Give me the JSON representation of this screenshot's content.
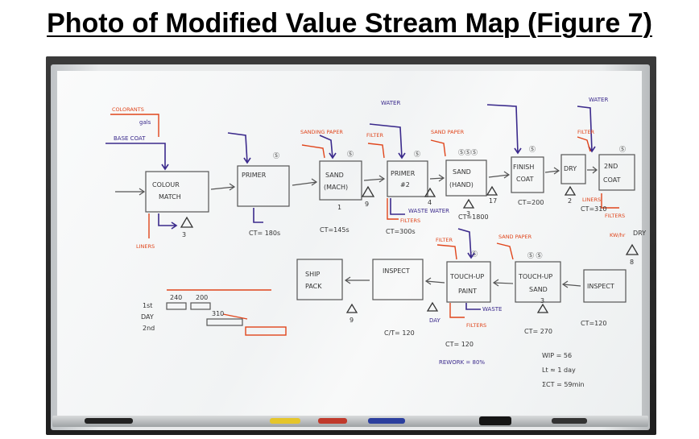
{
  "title": "Photo of Modified Value Stream Map (Figure 7)",
  "processes": [
    {
      "id": "colour-match",
      "line1": "COLOUR",
      "line2": "MATCH",
      "operator": ""
    },
    {
      "id": "primer",
      "line1": "PRIMER",
      "line2": "",
      "operator": "Ⓢ"
    },
    {
      "id": "sand-mach",
      "line1": "SAND",
      "line2": "(MACH)",
      "operator": "Ⓢ"
    },
    {
      "id": "primer-2",
      "line1": "PRIMER",
      "line2": "#2",
      "operator": "Ⓢ"
    },
    {
      "id": "sand-hand",
      "line1": "SAND",
      "line2": "(HAND)",
      "operator": "ⓈⓈⓈ"
    },
    {
      "id": "finish-coat",
      "line1": "FINISH",
      "line2": "COAT",
      "operator": "Ⓢ"
    },
    {
      "id": "dry",
      "line1": "DRY",
      "line2": "",
      "operator": ""
    },
    {
      "id": "2nd-coat",
      "line1": "2ND",
      "line2": "COAT",
      "operator": "Ⓢ"
    },
    {
      "id": "inspect-right",
      "line1": "INSPECT",
      "line2": "",
      "operator": ""
    },
    {
      "id": "touch-up-sand",
      "line1": "TOUCH-UP",
      "line2": "SAND",
      "operator": "Ⓢ Ⓢ"
    },
    {
      "id": "touch-up-paint",
      "line1": "TOUCH-UP",
      "line2": "PAINT",
      "operator": "Ⓢ"
    },
    {
      "id": "inspect-left",
      "line1": "INSPECT",
      "line2": "",
      "operator": ""
    },
    {
      "id": "ship-pack",
      "line1": "SHIP",
      "line2": "PACK",
      "operator": ""
    }
  ],
  "inputs": {
    "colorants": "COLORANTS",
    "gals": "gals",
    "base_coat": "BASE COAT",
    "sanding_paper": "SANDING PAPER",
    "filter": "FILTER",
    "water_1": "WATER",
    "sand_paper": "SAND PAPER",
    "water_2": "WATER",
    "filter_2": "FILTER",
    "filter_3": "FILTER",
    "sand_paper_2": "SAND PAPER"
  },
  "outputs": {
    "liners": "LINERS",
    "waste_water": "WASTE WATER",
    "filters_1": "FILTERS",
    "filters_2": "FILTERS",
    "kw_hr": "KW/hr",
    "liners_2": "LINERS",
    "filters_3": "FILTERS",
    "waste_2": "WASTE"
  },
  "inventory": {
    "inv_9a": "9",
    "inv_4": "4",
    "inv_3": "3",
    "inv_17": "17",
    "inv_2": "2",
    "inv_8": "8",
    "inv_3b": "3",
    "inv_9b": "9",
    "sand_1": "1",
    "sand_3": "3"
  },
  "cycle_times": {
    "primer": "CT= 180s",
    "sand_mach": "CT=145s",
    "primer2": "CT=300s",
    "sand_hand": "CT=1800",
    "finish": "CT=200",
    "second_coat": "CT=310",
    "touch_sand": "CT= 270",
    "inspect_right": "CT=120",
    "touch_paint": "CT= 120",
    "inspect_left": "C/T= 120"
  },
  "notes": {
    "dry": "DRY",
    "day": "DAY",
    "rework": "REWORK = 80%",
    "wip": "WIP = 56",
    "lt": "Lt ≈ 1 day",
    "sum_ct": "ΣCT = 59min"
  },
  "timeline": {
    "shift_1": "1st",
    "shift_day": "DAY",
    "shift_2": "2nd",
    "t_240": "240",
    "t_200": "200",
    "t_310": "310"
  },
  "colors": {
    "ink_black": "#333333",
    "ink_purple": "#3b2a8c",
    "ink_orange": "#e0451b",
    "board": "#f1f3f4"
  }
}
